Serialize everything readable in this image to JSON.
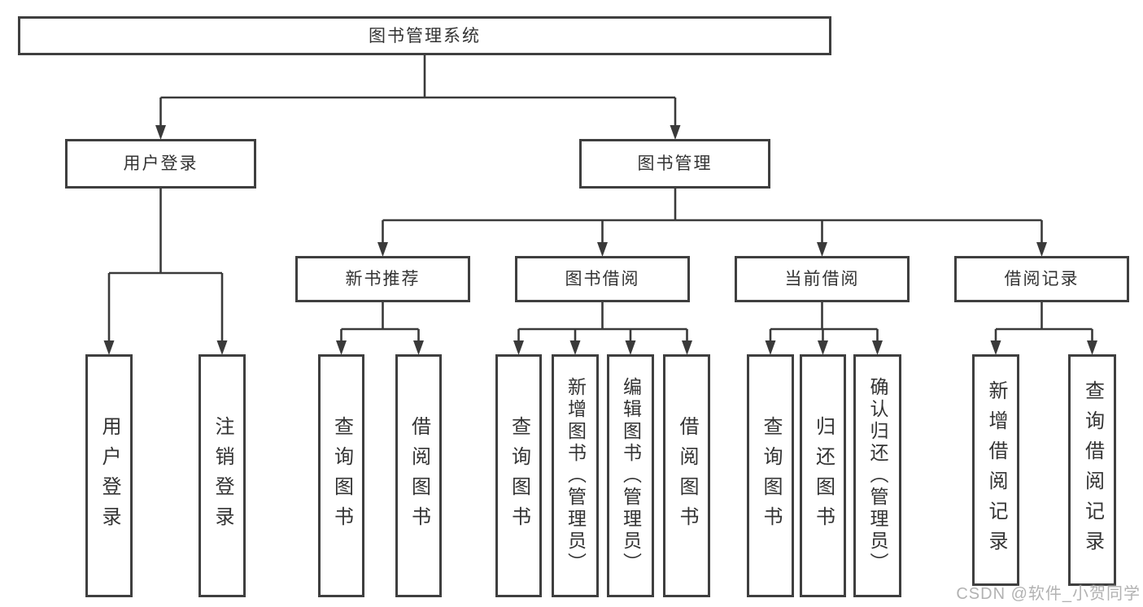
{
  "diagram": {
    "root": {
      "label": "图书管理系统"
    },
    "branches": [
      {
        "label": "用户登录",
        "children": [
          {
            "label": "用户登录"
          },
          {
            "label": "注销登录"
          }
        ]
      },
      {
        "label": "图书管理",
        "children": [
          {
            "label": "新书推荐",
            "children": [
              {
                "label": "查询图书"
              },
              {
                "label": "借阅图书"
              }
            ]
          },
          {
            "label": "图书借阅",
            "children": [
              {
                "label": "查询图书"
              },
              {
                "label": "新增图书（管理员）"
              },
              {
                "label": "编辑图书（管理员）"
              },
              {
                "label": "借阅图书"
              }
            ]
          },
          {
            "label": "当前借阅",
            "children": [
              {
                "label": "查询图书"
              },
              {
                "label": "归还图书"
              },
              {
                "label": "确认归还（管理员）"
              }
            ]
          },
          {
            "label": "借阅记录",
            "children": [
              {
                "label": "新增借阅记录"
              },
              {
                "label": "查询借阅记录"
              }
            ]
          }
        ]
      }
    ]
  },
  "watermark": {
    "text": "CSDN @软件_小贺同学"
  },
  "colors": {
    "box_border": "#3f3f3f",
    "connector": "#3a3a3a",
    "text": "#333333",
    "watermark": "#b2b2b2",
    "background": "#ffffff"
  }
}
